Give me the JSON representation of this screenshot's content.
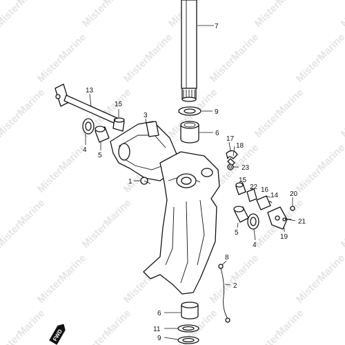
{
  "diagram": {
    "watermark_text": "MisterMarine",
    "fwd_badge": "FWD",
    "callouts": [
      {
        "id": "c7",
        "label": "7"
      },
      {
        "id": "c13",
        "label": "13"
      },
      {
        "id": "c15a",
        "label": "15"
      },
      {
        "id": "c9a",
        "label": "9"
      },
      {
        "id": "c3",
        "label": "3"
      },
      {
        "id": "c6a",
        "label": "6"
      },
      {
        "id": "c4a",
        "label": "4"
      },
      {
        "id": "c5a",
        "label": "5"
      },
      {
        "id": "c17",
        "label": "17"
      },
      {
        "id": "c18",
        "label": "18"
      },
      {
        "id": "c23",
        "label": "23"
      },
      {
        "id": "c1",
        "label": "1"
      },
      {
        "id": "c15b",
        "label": "15"
      },
      {
        "id": "c22",
        "label": "22"
      },
      {
        "id": "c16",
        "label": "16"
      },
      {
        "id": "c14",
        "label": "14"
      },
      {
        "id": "c20",
        "label": "20"
      },
      {
        "id": "c21",
        "label": "21"
      },
      {
        "id": "c19",
        "label": "19"
      },
      {
        "id": "c5b",
        "label": "5"
      },
      {
        "id": "c4b",
        "label": "4"
      },
      {
        "id": "c8",
        "label": "8"
      },
      {
        "id": "c2",
        "label": "2"
      },
      {
        "id": "c6b",
        "label": "6"
      },
      {
        "id": "c11",
        "label": "11"
      },
      {
        "id": "c9b",
        "label": "9"
      }
    ]
  }
}
